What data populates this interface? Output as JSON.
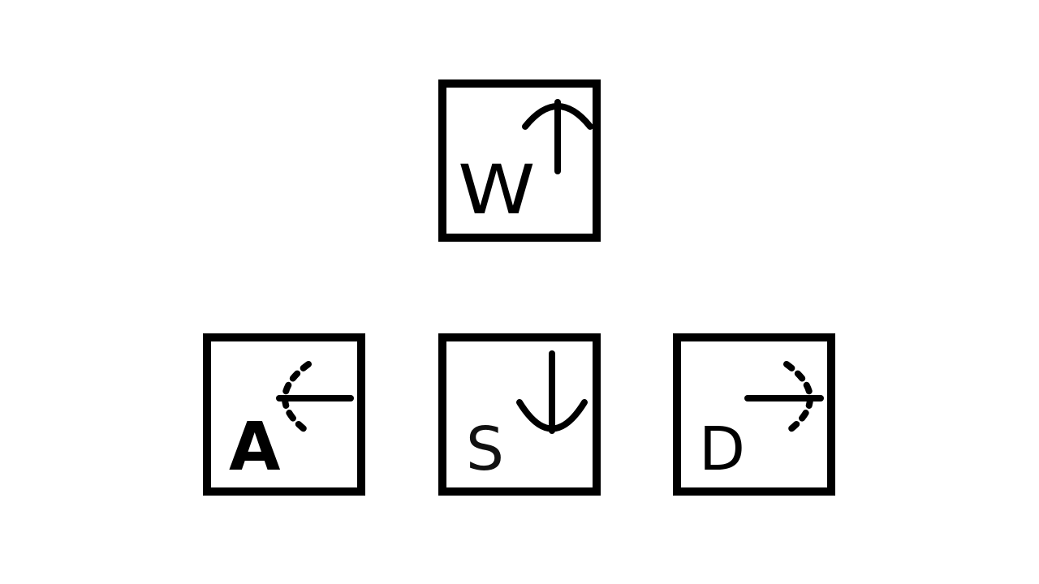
{
  "keys": [
    {
      "id": "w",
      "letter": "W",
      "arrow": "up-arrow-icon"
    },
    {
      "id": "a",
      "letter": "A",
      "arrow": "left-arrow-icon"
    },
    {
      "id": "s",
      "letter": "S",
      "arrow": "down-arrow-icon"
    },
    {
      "id": "d",
      "letter": "D",
      "arrow": "right-arrow-icon"
    }
  ],
  "colors": {
    "stroke": "#000000",
    "background": "#ffffff"
  }
}
